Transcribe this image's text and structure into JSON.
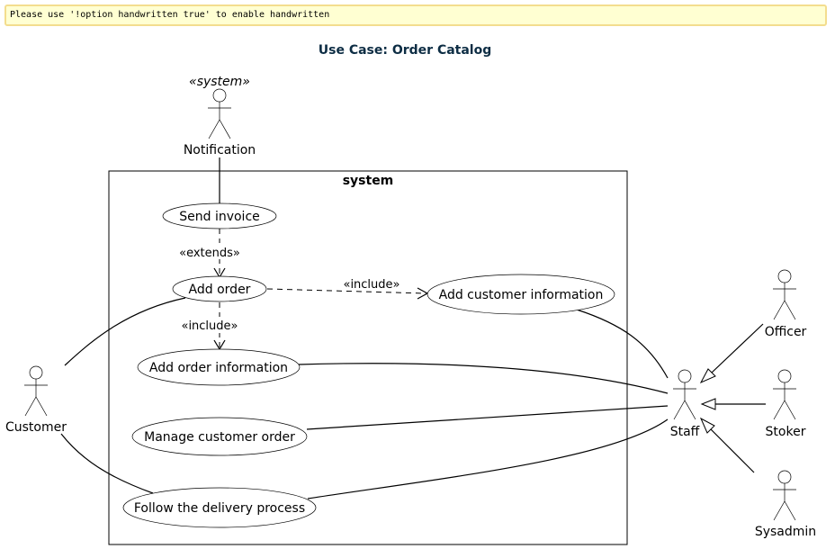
{
  "note": {
    "text": "Please use '!option handwritten true' to enable handwritten"
  },
  "diagram": {
    "title": "Use Case: Order Catalog",
    "boundary_label": "system",
    "actors": {
      "notification": {
        "label": "Notification",
        "stereotype": "«system»"
      },
      "customer": {
        "label": "Customer"
      },
      "staff": {
        "label": "Staff"
      },
      "officer": {
        "label": "Officer"
      },
      "stoker": {
        "label": "Stoker"
      },
      "sysadmin": {
        "label": "Sysadmin"
      }
    },
    "use_cases": {
      "send_invoice": "Send invoice",
      "add_order": "Add order",
      "add_customer_information": "Add customer information",
      "add_order_information": "Add order information",
      "manage_customer_order": "Manage customer order",
      "follow_delivery": "Follow the delivery process"
    },
    "relations": {
      "extends": "«extends»",
      "include_customer": "«include»",
      "include_order": "«include»"
    }
  }
}
